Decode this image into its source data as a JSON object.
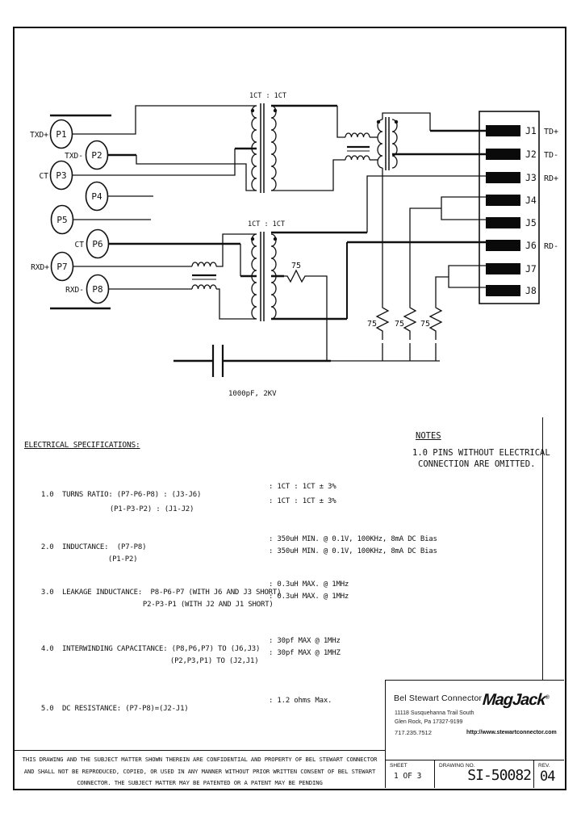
{
  "schematic": {
    "t1_label": "1CT : 1CT",
    "t2_label": "1CT : 1CT",
    "cap_label": "1000pF, 2KV",
    "r_series_label": "75",
    "r_shunt_labels": [
      "75",
      "75",
      "75"
    ],
    "pins": [
      {
        "id": "P1",
        "signal": "TXD+"
      },
      {
        "id": "P2",
        "signal": "TXD-"
      },
      {
        "id": "P3",
        "signal": "CT"
      },
      {
        "id": "P4",
        "signal": ""
      },
      {
        "id": "P5",
        "signal": ""
      },
      {
        "id": "P6",
        "signal": "CT"
      },
      {
        "id": "P7",
        "signal": "RXD+"
      },
      {
        "id": "P8",
        "signal": "RXD-"
      }
    ],
    "jacks": [
      {
        "id": "J1",
        "signal": "TD+"
      },
      {
        "id": "J2",
        "signal": "TD-"
      },
      {
        "id": "J3",
        "signal": "RD+"
      },
      {
        "id": "J4",
        "signal": ""
      },
      {
        "id": "J5",
        "signal": ""
      },
      {
        "id": "J6",
        "signal": "RD-"
      },
      {
        "id": "J7",
        "signal": ""
      },
      {
        "id": "J8",
        "signal": ""
      }
    ]
  },
  "specs": {
    "heading": "ELECTRICAL SPECIFICATIONS:",
    "rows": [
      {
        "left": "1.0  TURNS RATIO: (P7-P6-P8) : (J3-J6)",
        "right": ": 1CT : 1CT ± 3%"
      },
      {
        "left": "(P1-P3-P2) : (J1-J2)",
        "right": ": 1CT : 1CT ± 3%"
      },
      {
        "left": "2.0  INDUCTANCE:  (P7-P8)",
        "right": ": 350uH MIN. @ 0.1V, 100KHz, 8mA DC Bias"
      },
      {
        "left": "(P1-P2)",
        "right": ": 350uH MIN. @ 0.1V, 100KHz, 8mA DC Bias"
      },
      {
        "left": "3.0  LEAKAGE INDUCTANCE:  P8-P6-P7 (WITH J6 AND J3 SHORT)",
        "right": ": 0.3uH MAX. @ 1MHz"
      },
      {
        "left": "P2-P3-P1 (WITH J2 AND J1 SHORT)",
        "right": ": 0.3uH MAX. @ 1MHz"
      },
      {
        "left": "4.0  INTERWINDING CAPACITANCE: (P8,P6,P7) TO (J6,J3)",
        "right": ": 30pf MAX @ 1MHz"
      },
      {
        "left": "(P2,P3,P1) TO (J2,J1)",
        "right": ": 30pf MAX @ 1MHZ"
      },
      {
        "left": "5.0  DC RESISTANCE: (P7-P8)=(J2-J1)",
        "right": ": 1.2 ohms Max."
      }
    ]
  },
  "notes": {
    "heading": "NOTES",
    "line1": "1.0 PINS WITHOUT ELECTRICAL",
    "line2": "CONNECTION ARE OMITTED."
  },
  "title_block": {
    "company": "Bel Stewart Connector",
    "address1": "11118 Susquehanna Trail South",
    "address2": "Glen Rock, Pa  17327-9199",
    "phone": "717.235.7512",
    "logo": "MagJack",
    "logo_reg": "®",
    "url": "http://www.stewartconnector.com"
  },
  "stamp": {
    "sheet_label": "SHEET",
    "sheet_value": "1 OF 3",
    "drawing_label": "DRAWING NO.",
    "drawing_value": "SI-50082",
    "rev_label": "REV.",
    "rev_value": "04"
  },
  "disclaimer": {
    "line1": "THIS DRAWING AND THE SUBJECT MATTER SHOWN THEREIN ARE CONFIDENTIAL AND PROPERTY OF BEL STEWART CONNECTOR",
    "line2": "AND SHALL NOT BE REPRODUCED, COPIED, OR USED IN ANY MANNER WITHOUT PRIOR WRITTEN CONSENT OF BEL STEWART",
    "line3": "CONNECTOR.  THE SUBJECT MATTER MAY BE PATENTED OR A PATENT MAY BE PENDING"
  }
}
